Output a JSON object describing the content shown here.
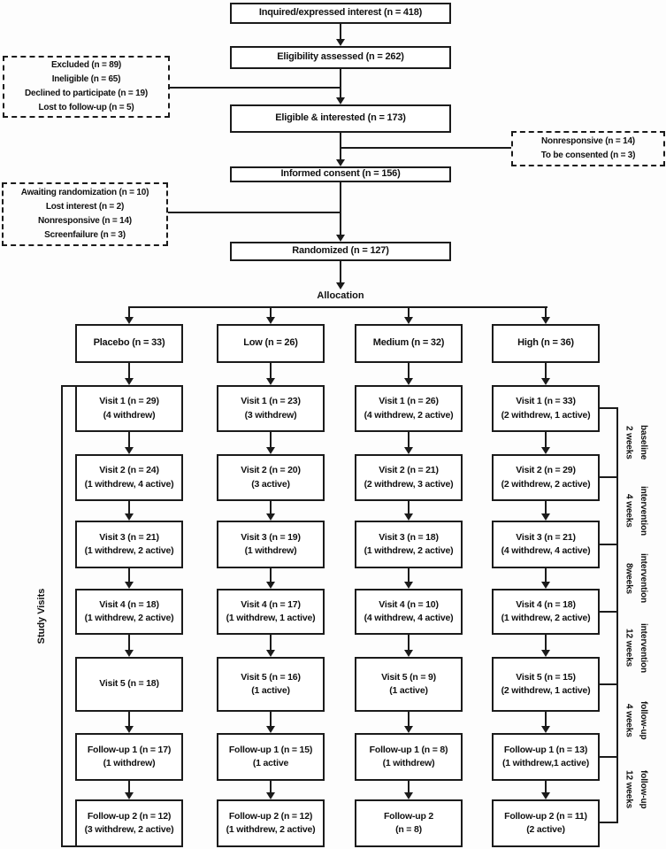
{
  "figure": {
    "top_boxes": {
      "inquired": "Inquired/expressed interest (n = 418)",
      "eligibility": "Eligibility assessed (n = 262)",
      "eligible": "Eligible & interested (n = 173)",
      "consent": "Informed consent (n = 156)",
      "randomized": "Randomized (n = 127)"
    },
    "side_notes": {
      "excluded": [
        "Excluded (n = 89)",
        "Ineligible (n = 65)",
        "Declined to participate (n = 19)",
        "Lost to follow-up (n = 5)"
      ],
      "nonresponsive": [
        "Nonresponsive (n = 14)",
        "To be consented (n = 3)"
      ],
      "awaiting": [
        "Awaiting randomization (n = 10)",
        "Lost interest (n = 2)",
        "Nonresponsive (n = 14)",
        "Screenfailure (n = 3)"
      ]
    },
    "allocation_label": "Allocation",
    "study_visits_label": "Study Visits",
    "arms": [
      {
        "name": "Placebo (n = 33)",
        "rows": [
          {
            "title": "Visit 1 (n = 29)",
            "detail": "(4 withdrew)"
          },
          {
            "title": "Visit 2 (n = 24)",
            "detail": "(1 withdrew, 4 active)"
          },
          {
            "title": "Visit 3 (n = 21)",
            "detail": "(1 withdrew, 2 active)"
          },
          {
            "title": "Visit 4 (n = 18)",
            "detail": "(1 withdrew, 2 active)"
          },
          {
            "title": "Visit 5 (n = 18)",
            "detail": ""
          },
          {
            "title": "Follow-up 1 (n = 17)",
            "detail": "(1 withdrew)"
          },
          {
            "title": "Follow-up 2 (n = 12)",
            "detail": "(3 withdrew, 2 active)"
          }
        ]
      },
      {
        "name": "Low (n = 26)",
        "rows": [
          {
            "title": "Visit 1 (n = 23)",
            "detail": "(3 withdrew)"
          },
          {
            "title": "Visit 2 (n = 20)",
            "detail": "(3 active)"
          },
          {
            "title": "Visit 3 (n = 19)",
            "detail": "(1 withdrew)"
          },
          {
            "title": "Visit 4 (n = 17)",
            "detail": "(1 withdrew, 1 active)"
          },
          {
            "title": "Visit 5 (n = 16)",
            "detail": "(1 active)"
          },
          {
            "title": "Follow-up 1 (n = 15)",
            "detail": "(1 active"
          },
          {
            "title": "Follow-up 2 (n = 12)",
            "detail": "(1 withdrew, 2 active)"
          }
        ]
      },
      {
        "name": "Medium (n = 32)",
        "rows": [
          {
            "title": "Visit 1 (n = 26)",
            "detail": "(4 withdrew, 2 active)"
          },
          {
            "title": "Visit 2 (n = 21)",
            "detail": "(2 withdrew, 3 active)"
          },
          {
            "title": "Visit 3 (n = 18)",
            "detail": "(1 withdrew, 2 active)"
          },
          {
            "title": "Visit 4 (n = 10)",
            "detail": "(4 withdrew, 4 active)"
          },
          {
            "title": "Visit 5 (n = 9)",
            "detail": "(1 active)"
          },
          {
            "title": "Follow-up 1 (n = 8)",
            "detail": "(1 withdrew)"
          },
          {
            "title": "Follow-up 2",
            "detail": "(n = 8)"
          }
        ]
      },
      {
        "name": "High (n = 36)",
        "rows": [
          {
            "title": "Visit 1 (n = 33)",
            "detail": "(2 withdrew, 1 active)"
          },
          {
            "title": "Visit 2 (n = 29)",
            "detail": "(2 withdrew, 2 active)"
          },
          {
            "title": "Visit 3 (n = 21)",
            "detail": "(4 withdrew, 4 active)"
          },
          {
            "title": "Visit 4 (n = 18)",
            "detail": "(1 withdrew, 2 active)"
          },
          {
            "title": "Visit 5 (n = 15)",
            "detail": "(2 withdrew, 1 active)"
          },
          {
            "title": "Follow-up 1 (n = 13)",
            "detail": "(1 withdrew,1 active)"
          },
          {
            "title": "Follow-up 2 (n = 11)",
            "detail": "(2 active)"
          }
        ]
      }
    ],
    "timeline": [
      "2 weeks\nbaseline",
      "4 weeks\nintervention",
      "8weeks\nintervention",
      "12 weeks\nintervention",
      "4 weeks\nfollow-up",
      "12 weeks\nfollow-up"
    ],
    "colors": {
      "line": "#1b1b1b",
      "box_bg": "#ffffff",
      "page_bg": "#fdfdfd",
      "text": "#111111"
    }
  }
}
